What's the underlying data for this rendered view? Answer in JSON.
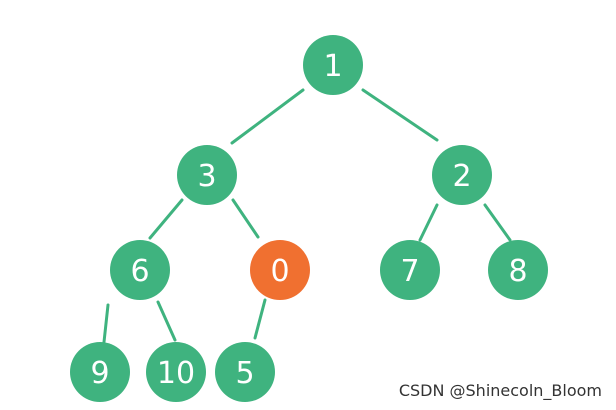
{
  "tree": {
    "node_color": "#3fb37f",
    "highlight_color": "#f07030",
    "text_color": "#ffffff",
    "nodes": [
      {
        "label": "1",
        "highlight": false
      },
      {
        "label": "3",
        "highlight": false
      },
      {
        "label": "2",
        "highlight": false
      },
      {
        "label": "6",
        "highlight": false
      },
      {
        "label": "0",
        "highlight": true
      },
      {
        "label": "7",
        "highlight": false
      },
      {
        "label": "8",
        "highlight": false
      },
      {
        "label": "9",
        "highlight": false
      },
      {
        "label": "10",
        "highlight": false
      },
      {
        "label": "5",
        "highlight": false
      }
    ]
  },
  "watermark": "CSDN @Shinecoln_Bloom"
}
